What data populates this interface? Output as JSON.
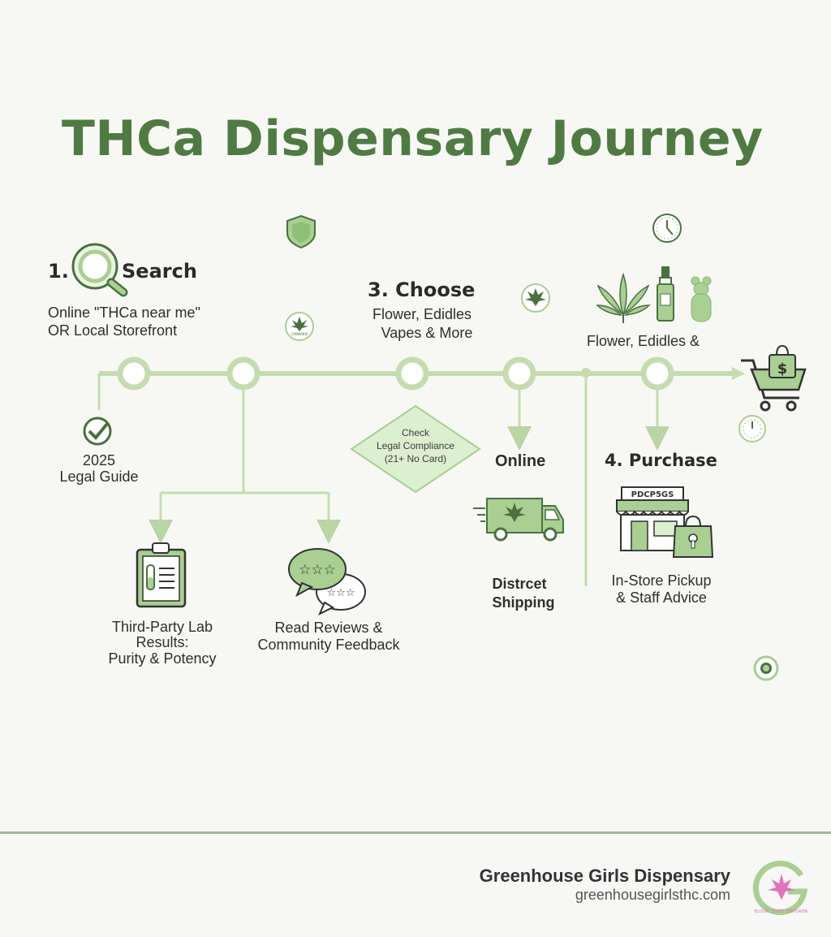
{
  "title": "THCa Dispensary Journey",
  "steps": {
    "search": {
      "number": "1.",
      "label": "Search",
      "line1": "Online \"THCa near me\"",
      "line2": "OR Local Storefront"
    },
    "choose": {
      "label": "3. Choose",
      "line1": "Flower, Edidles",
      "line2": "Vapes & More"
    },
    "products": {
      "label": "Flower, Edidles &"
    },
    "purchase": {
      "label": "4. Purchase"
    }
  },
  "legal_guide": {
    "line1": "2025",
    "line2": "Legal Guide"
  },
  "compliance": {
    "line1": "Check",
    "line2": "Legal Compliance",
    "line3": "(21+ No Card)"
  },
  "online": {
    "label": "Online",
    "line1": "Distrcet",
    "line2": "Shipping"
  },
  "lab": {
    "line1": "Third-Party Lab",
    "line2": "Results:",
    "line3": "Purity & Potency"
  },
  "reviews": {
    "line1": "Read Reviews &",
    "line2": "Community Feedback"
  },
  "pickup": {
    "line1": "In-Store Pickup",
    "line2": "& Staff Advice"
  },
  "store_sign": "PDCP5GS",
  "cannabis_badge_text": "CANNABIS",
  "footer": {
    "brand": "Greenhouse Girls Dispensary",
    "url": "greenhousegirlsthc.com",
    "logo_ring_text": "BLOOM. ELATE. EMPOWER."
  },
  "colors": {
    "title_green": "#4f7b43",
    "line_green": "#c5dcb0",
    "icon_green": "#a9cf92",
    "dark_green": "#4a7140",
    "footer_line": "#9fb98f"
  }
}
